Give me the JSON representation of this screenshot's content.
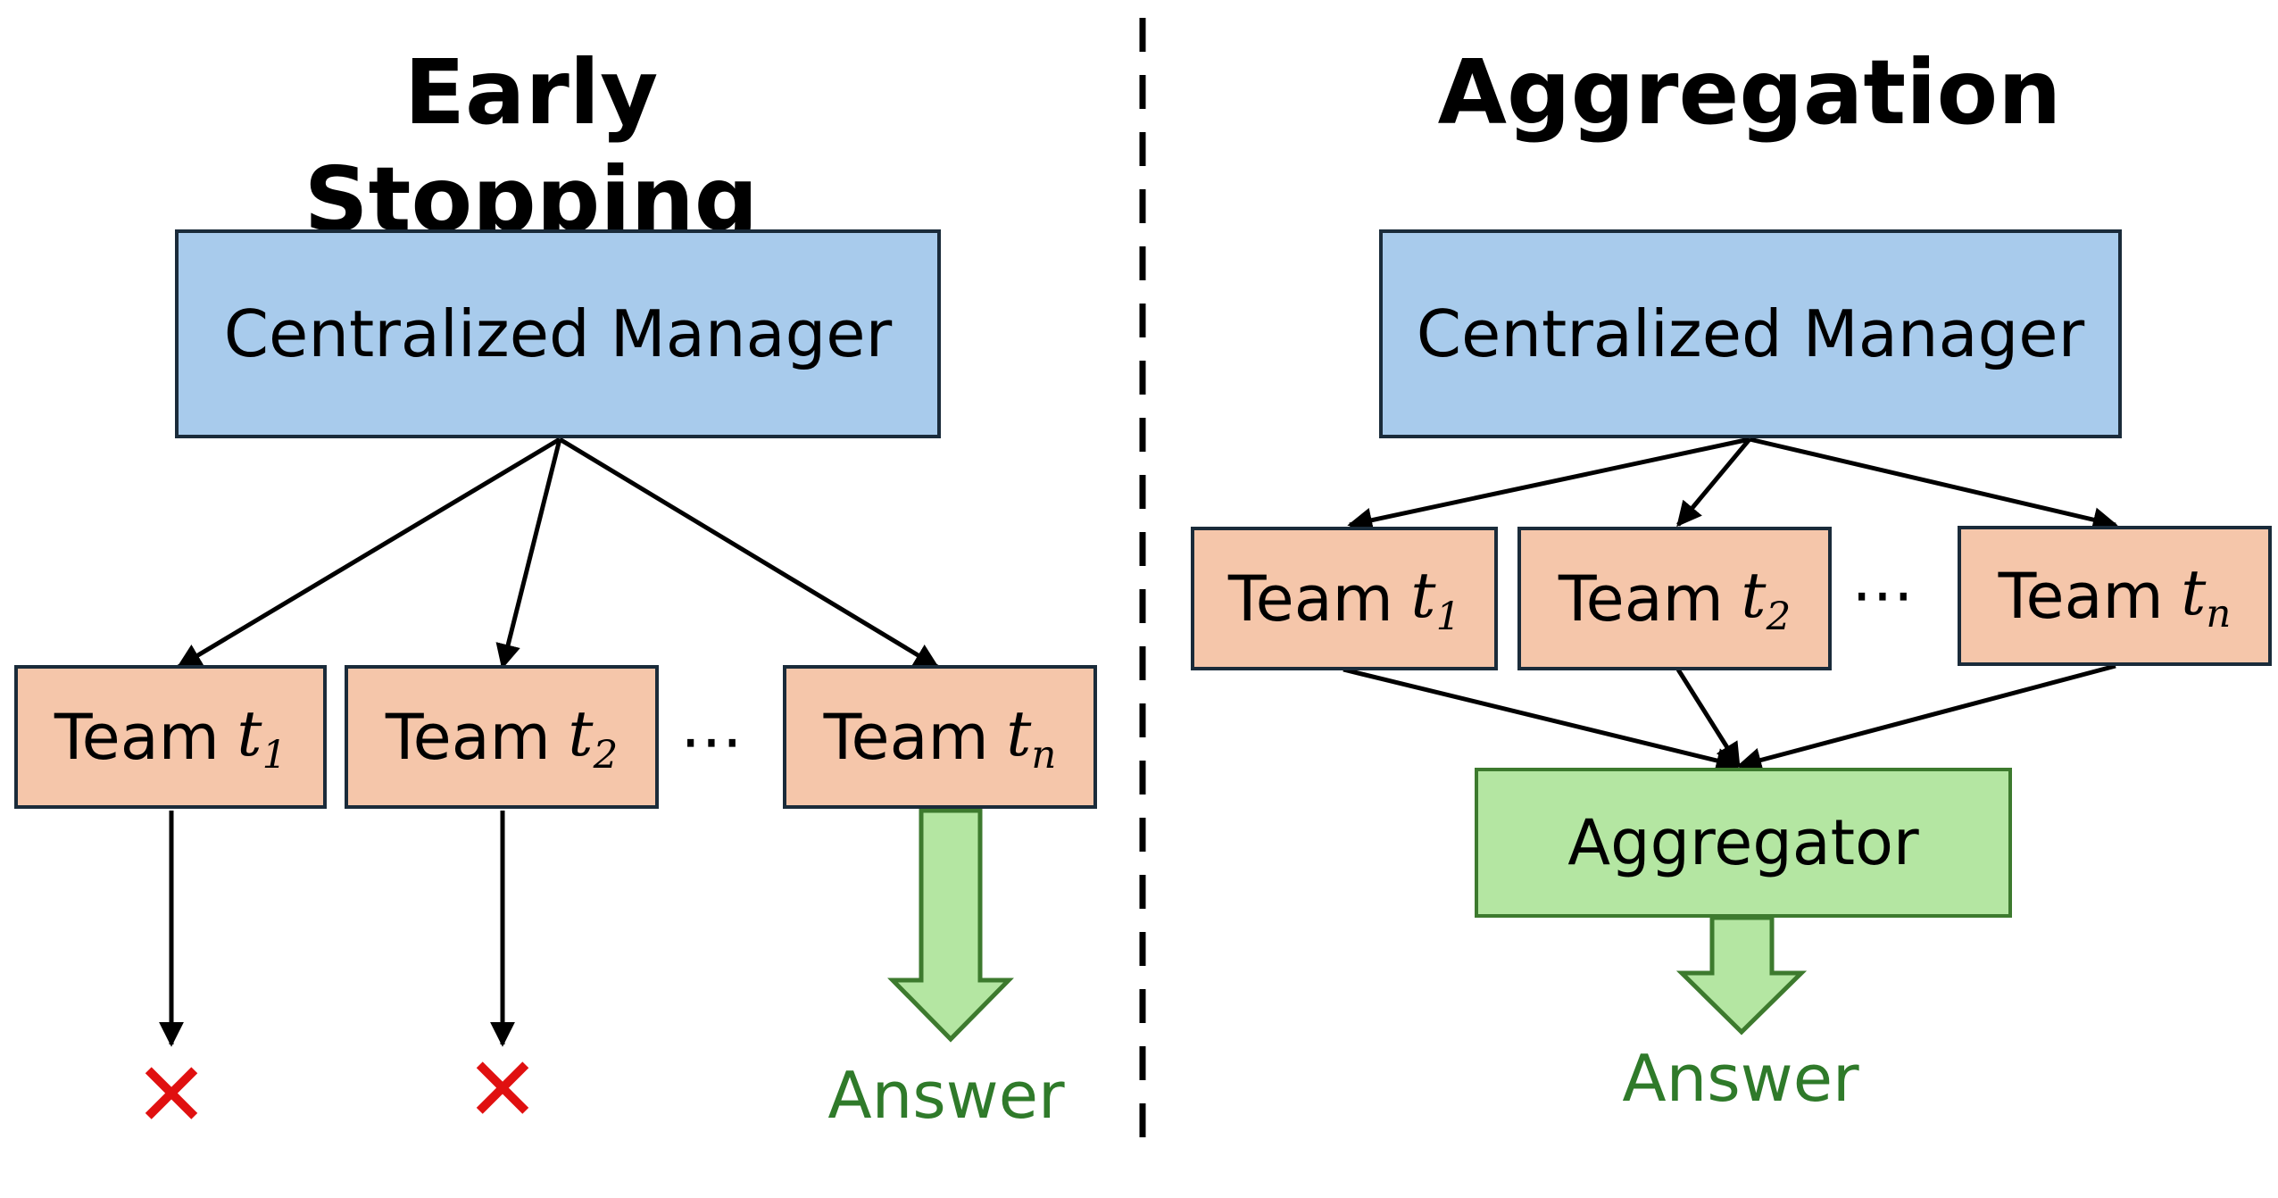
{
  "left": {
    "title": "Early Stopping",
    "manager": "Centralized Manager",
    "teams": [
      {
        "word": "Team",
        "var": "t",
        "sub": "1"
      },
      {
        "word": "Team",
        "var": "t",
        "sub": "2"
      },
      {
        "word": "Team",
        "var": "t",
        "sub": "n"
      }
    ],
    "ellipsis": "⋯",
    "fail_mark": "✕",
    "answer": "Answer"
  },
  "right": {
    "title": "Aggregation",
    "manager": "Centralized Manager",
    "teams": [
      {
        "word": "Team",
        "var": "t",
        "sub": "1"
      },
      {
        "word": "Team",
        "var": "t",
        "sub": "2"
      },
      {
        "word": "Team",
        "var": "t",
        "sub": "n"
      }
    ],
    "ellipsis": "⋯",
    "aggregator": "Aggregator",
    "answer": "Answer"
  },
  "colors": {
    "manager_fill": "#a8cbec",
    "team_fill": "#f5c6aa",
    "aggregator_fill": "#b4e6a2",
    "answer_text": "#2f7a2a",
    "fail_mark": "#e01010"
  }
}
